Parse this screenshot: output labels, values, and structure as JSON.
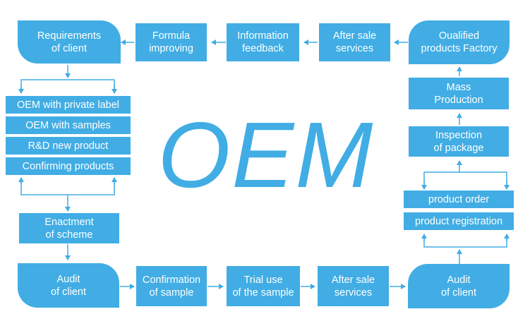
{
  "diagram": {
    "center_title": "OEM",
    "colors": {
      "box": "#41ade4",
      "text": "#ffffff",
      "arrow": "#41ade4"
    },
    "top_row": {
      "requirements": "Requirements\nof client",
      "formula": "Formula\nimproving",
      "information": "Information\nfeedback",
      "after_sale": "After sale\nservices",
      "qualified": "Oualified\nproducts Factory"
    },
    "left_list": [
      "OEM with private label",
      "OEM with samples",
      "R&D new product",
      "Confirming products"
    ],
    "enactment": "Enactment\nof scheme",
    "bottom_row": {
      "audit_left": "Audit\nof  client",
      "confirmation": "Confirmation\nof sample",
      "trial": "Trial use\nof the sample",
      "after_sale": "After sale\nservices",
      "audit_right": "Audit\nof client"
    },
    "right_column": {
      "mass": "Mass\nProduction",
      "inspection": "Inspection\nof package",
      "product_order": "product order",
      "product_registration": "product registration"
    }
  }
}
